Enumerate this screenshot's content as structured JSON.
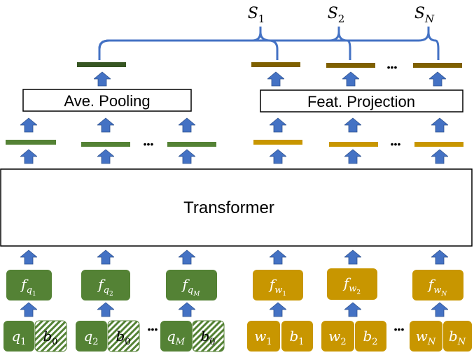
{
  "colors": {
    "query_green": "#548235",
    "query_green_dark": "#375623",
    "word_gold": "#C89600",
    "word_gold_dark": "#7F6000",
    "arrow_blue": "#4472C4",
    "bracket_blue": "#4472C4",
    "box_border": "#000000",
    "hatch_light": "#ffffff"
  },
  "labels": {
    "transformer": "Transformer",
    "ave_pooling": "Ave. Pooling",
    "feat_projection": "Feat. Projection",
    "ellipsis": "•••"
  },
  "scores": [
    {
      "base": "S",
      "sub": "1"
    },
    {
      "base": "S",
      "sub": "2"
    },
    {
      "base": "S",
      "sub": "N"
    }
  ],
  "query_features": [
    {
      "base": "f",
      "sub": "q",
      "subsub": "1"
    },
    {
      "base": "f",
      "sub": "q",
      "subsub": "2"
    },
    {
      "base": "f",
      "sub": "q",
      "subsub": "M"
    }
  ],
  "word_features": [
    {
      "base": "f",
      "sub": "w",
      "subsub": "1"
    },
    {
      "base": "f",
      "sub": "w",
      "subsub": "2"
    },
    {
      "base": "f",
      "sub": "w",
      "subsub": "N"
    }
  ],
  "query_tokens": [
    {
      "base": "q",
      "sub": "1",
      "box_base": "b",
      "box_sub": "0"
    },
    {
      "base": "q",
      "sub": "2",
      "box_base": "b",
      "box_sub": "0"
    },
    {
      "base": "q",
      "sub": "M",
      "box_base": "b",
      "box_sub": "0"
    }
  ],
  "word_tokens": [
    {
      "base": "w",
      "sub": "1",
      "box_base": "b",
      "box_sub": "1"
    },
    {
      "base": "w",
      "sub": "2",
      "box_base": "b",
      "box_sub": "2"
    },
    {
      "base": "w",
      "sub": "N",
      "box_base": "b",
      "box_sub": "N"
    }
  ]
}
